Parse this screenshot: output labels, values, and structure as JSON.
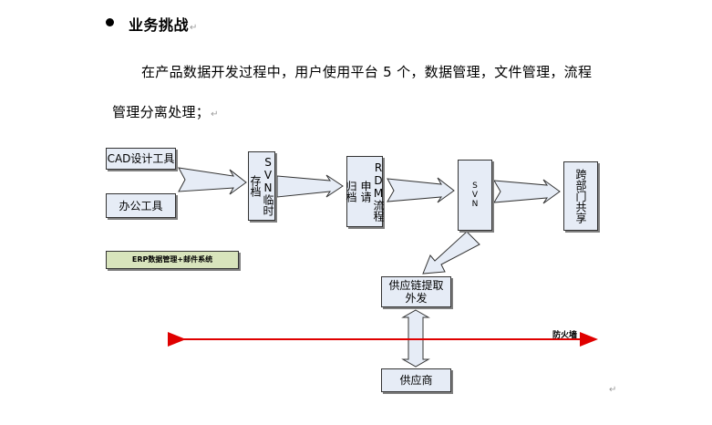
{
  "heading": {
    "bullet": "●",
    "title": "业务挑战",
    "para_mark": "↵"
  },
  "paragraph": {
    "line1": "在产品数据开发过程中，用户使用平台 5 个，数据管理，文件管理，流程",
    "line2": "管理分离处理；",
    "para_mark": "↵"
  },
  "diagram": {
    "boxes": {
      "cad": "CAD设计工具",
      "office": "办公工具",
      "svn_temp": "SVN临时存档",
      "rdm_line1": "RDM流程申请",
      "rdm_line2": "归档",
      "svn": "SVN",
      "cross_dept": "跨部门共享",
      "erp": "ERP数据管理+邮件系统",
      "supply_chain": "供应链提取外发",
      "supplier": "供应商"
    },
    "firewall_label": "防火墙",
    "colors": {
      "box_fill": "#e6ecf6",
      "erp_fill": "#d8e4bc",
      "arrow_fill": "#e6ecf6",
      "firewall_line": "#e00000"
    }
  },
  "end_mark": "↵"
}
